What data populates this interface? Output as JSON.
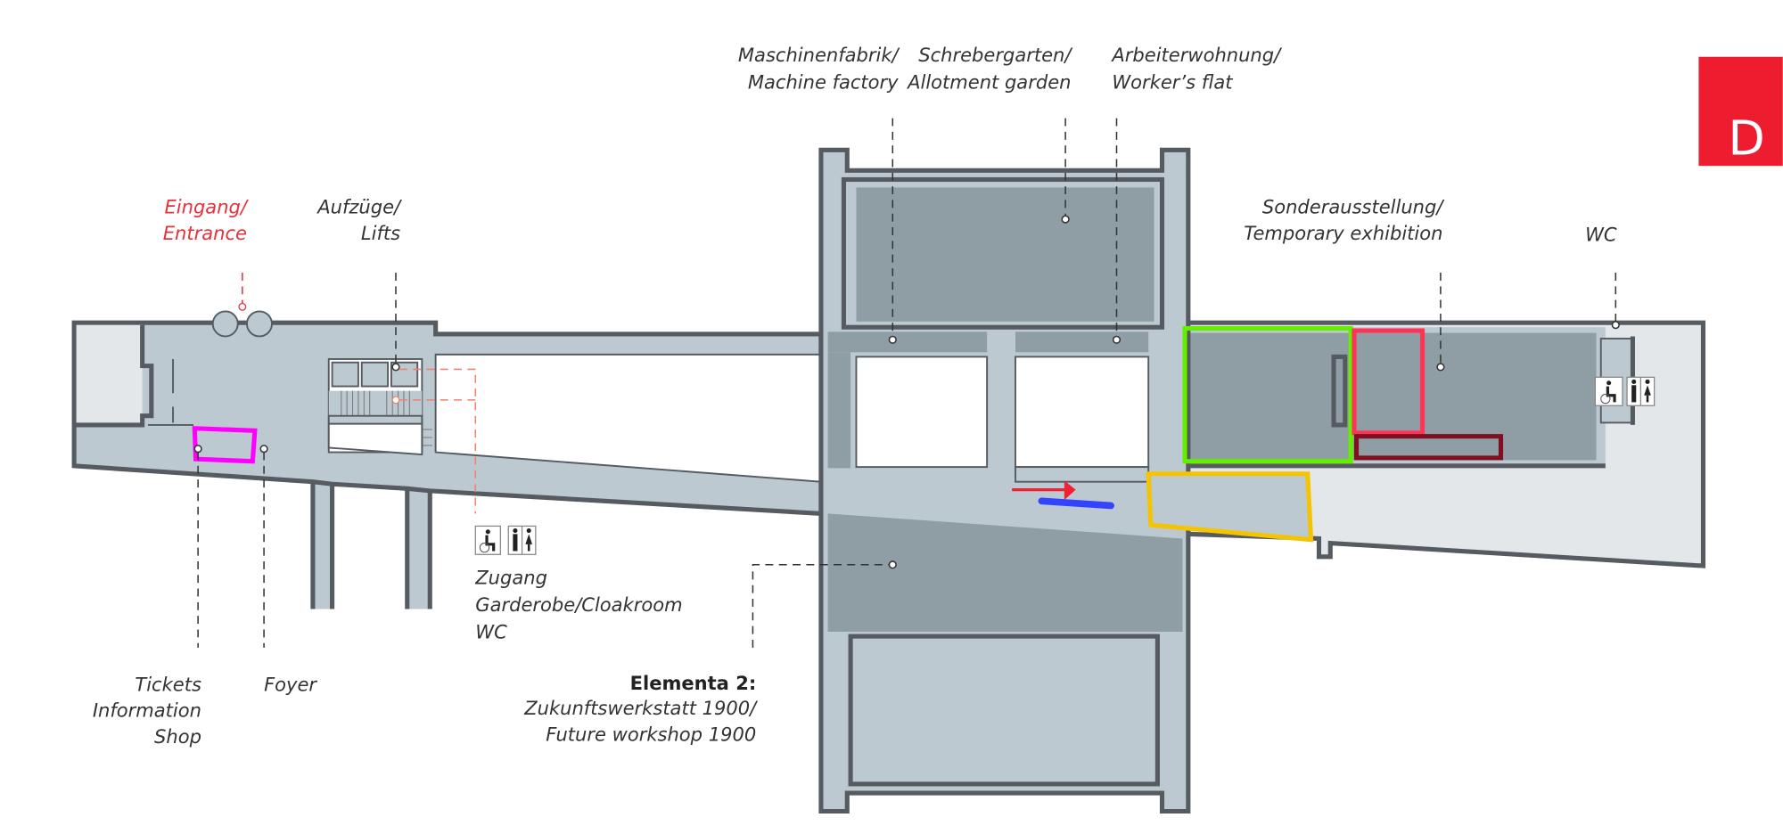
{
  "floor_badge": {
    "letter": "D",
    "color": "#ed1c2e"
  },
  "labels": {
    "machine_factory": [
      "Maschinenfabrik/",
      "Machine factory"
    ],
    "allotment_garden": [
      "Schrebergarten/",
      "Allotment garden"
    ],
    "workers_flat": [
      "Arbeiterwohnung/",
      "Worker’s flat"
    ],
    "entrance": [
      "Eingang/",
      "Entrance"
    ],
    "lifts": [
      "Aufzüge/",
      "Lifts"
    ],
    "temporary_exhibition": [
      "Sonderausstellung/",
      "Temporary exhibition"
    ],
    "wc_right": "WC",
    "cloakroom": [
      "Zugang",
      "Garderobe/Cloakroom",
      "WC"
    ],
    "tickets": [
      "Tickets",
      "Information",
      "Shop"
    ],
    "foyer": "Foyer",
    "elementa": {
      "title": "Elementa 2:",
      "lines": [
        "Zukunftswerkstatt 1900/",
        "Future workshop 1900"
      ]
    }
  },
  "icons": [
    "wheelchair-accessible-icon",
    "restroom-icon"
  ],
  "colors": {
    "floor": "#bcc9d0",
    "room": "#8f9ea5",
    "wall": "#555b60",
    "entrance_accent": "#e8303a",
    "highlight_magenta": "#ff00ff",
    "highlight_green": "#66ee00",
    "highlight_red": "#ff3355",
    "highlight_darkred": "#7f1020",
    "highlight_yellow": "#f5c400",
    "highlight_blue": "#3344ff"
  }
}
